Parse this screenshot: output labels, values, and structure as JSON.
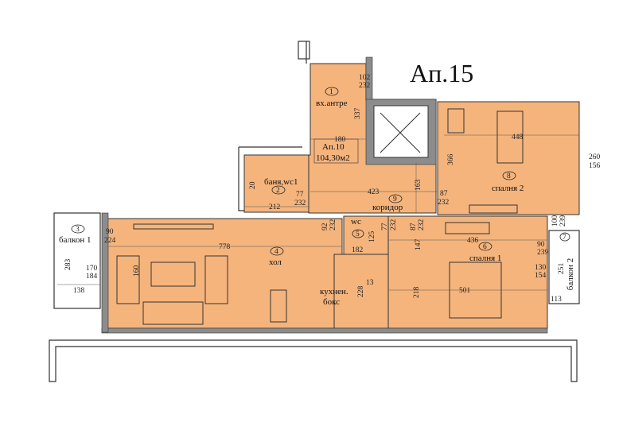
{
  "title": "Ап.15",
  "info": {
    "apartment": "Ап.10",
    "area": "104,30м2"
  },
  "colors": {
    "room_fill": "#F5B47C",
    "wall": "#8c8c8c"
  },
  "rooms": [
    {
      "num": "1",
      "name": "вх.антре"
    },
    {
      "num": "2",
      "name": "баня,wc1"
    },
    {
      "num": "3",
      "name": "балкон 1"
    },
    {
      "num": "4",
      "name": "хол"
    },
    {
      "num": "5",
      "name": "wc"
    },
    {
      "num": "6",
      "name": "спалня 1"
    },
    {
      "num": "7",
      "name": "балкон 2"
    },
    {
      "num": "8",
      "name": "спалня 2"
    },
    {
      "num": "9",
      "name": "коридор"
    }
  ],
  "kitchen": {
    "line1": "кухнен.",
    "line2": "бокс"
  },
  "dims": [
    "102",
    "232",
    "337",
    "180",
    "423",
    "163",
    "77",
    "232",
    "212",
    "20",
    "87",
    "232",
    "366",
    "448",
    "260",
    "156",
    "100",
    "239",
    "90",
    "224",
    "283",
    "170",
    "184",
    "138",
    "778",
    "160",
    "92",
    "232",
    "77",
    "232",
    "125",
    "182",
    "87",
    "232",
    "147",
    "436",
    "90",
    "239",
    "130",
    "154",
    "251",
    "113",
    "501",
    "218",
    "13",
    "228"
  ]
}
